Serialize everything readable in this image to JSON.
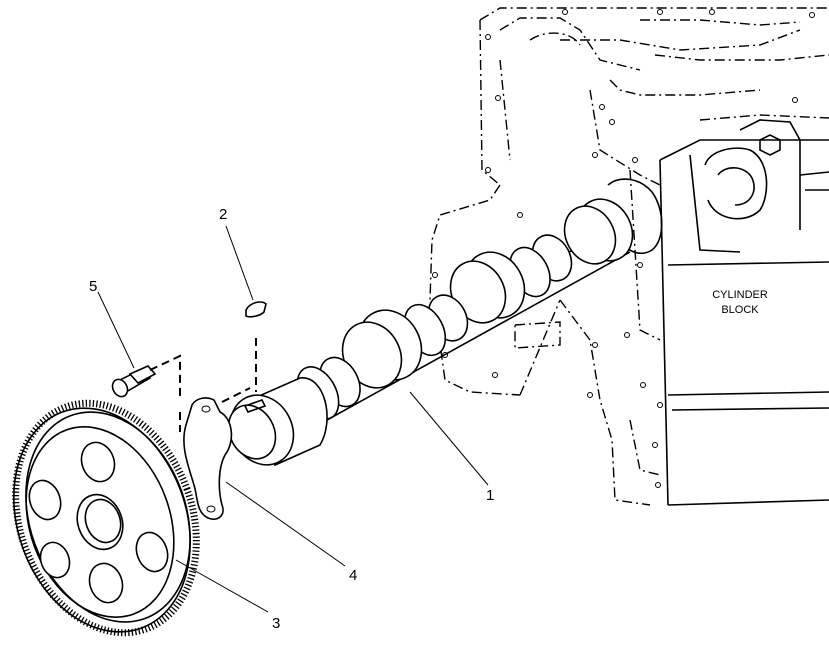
{
  "labels": {
    "cylinder_block_line1": "CYLINDER",
    "cylinder_block_line2": "BLOCK"
  },
  "callouts": [
    {
      "id": "camshaft",
      "number": "1"
    },
    {
      "id": "key",
      "number": "2"
    },
    {
      "id": "camshaft-gear",
      "number": "3"
    },
    {
      "id": "thrust-plate",
      "number": "4"
    },
    {
      "id": "bolt",
      "number": "5"
    }
  ],
  "colors": {
    "line": "#000000",
    "background": "#ffffff"
  }
}
